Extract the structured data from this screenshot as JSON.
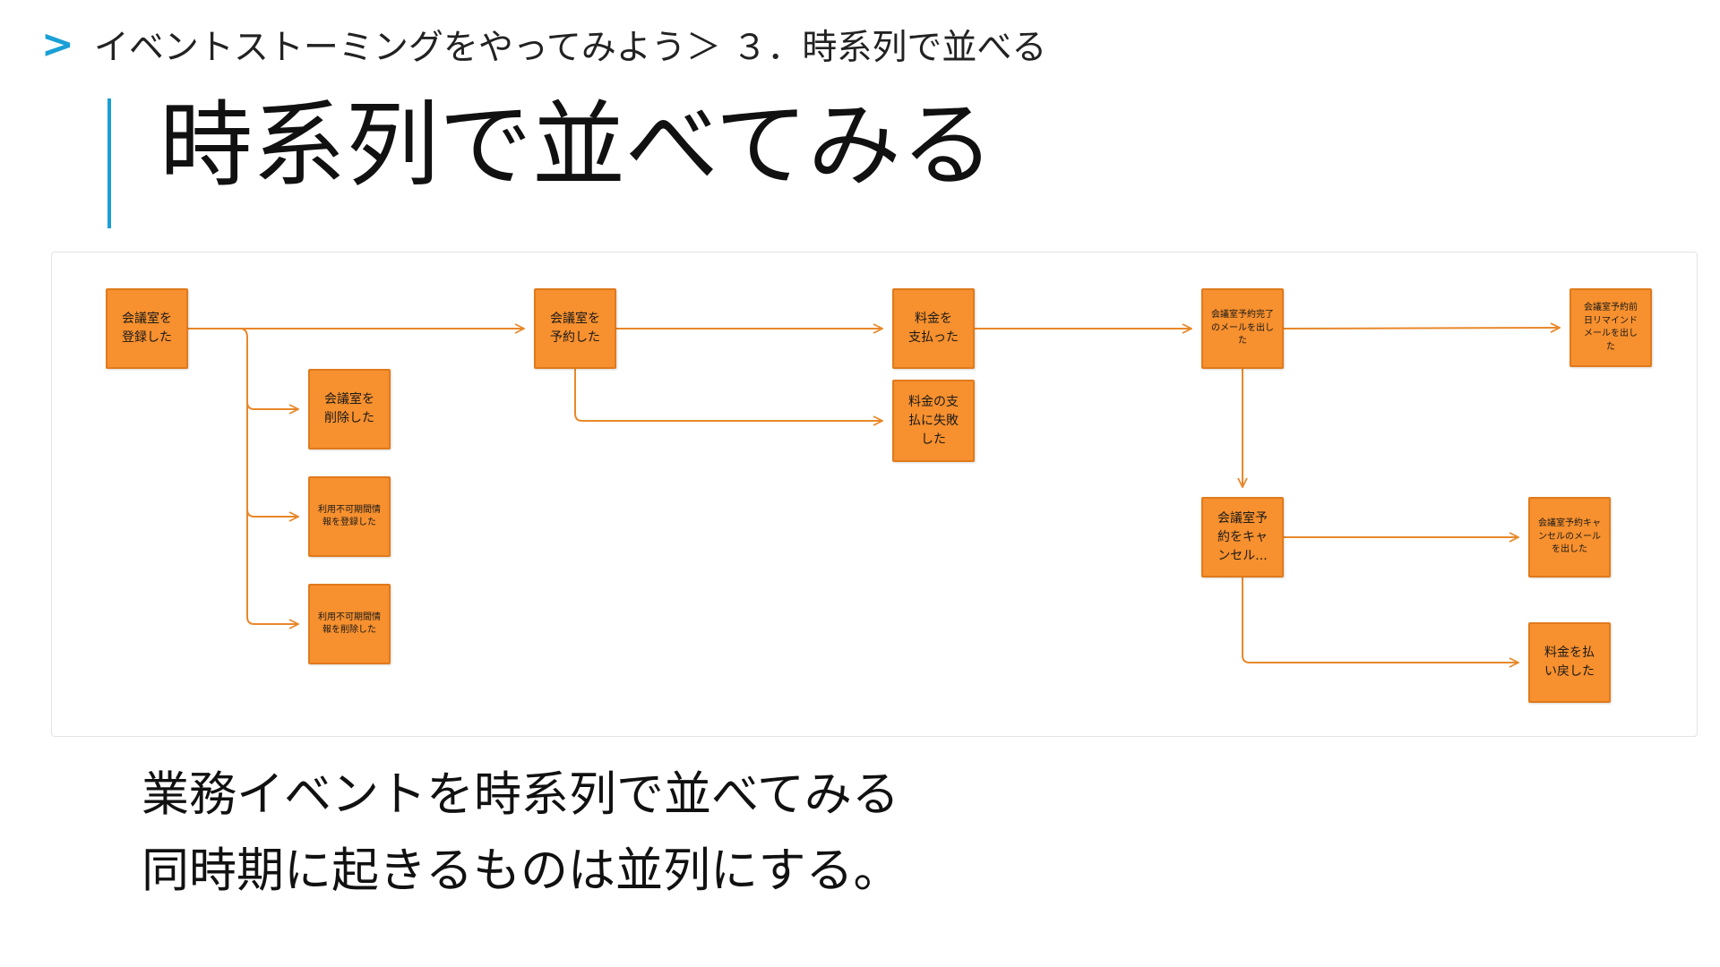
{
  "breadcrumb": {
    "text": "イベントストーミングをやってみよう＞ ３．時系列で並べる"
  },
  "page_title": "時系列で並べてみる",
  "diagram": {
    "nodes": [
      {
        "id": "n1",
        "label": "会議室を\n登録した"
      },
      {
        "id": "n2",
        "label": "会議室を\n削除した"
      },
      {
        "id": "n3",
        "label": "利用不可期間情\n報を登録した"
      },
      {
        "id": "n4",
        "label": "利用不可期間情\n報を削除した"
      },
      {
        "id": "n5",
        "label": "会議室を\n予約した"
      },
      {
        "id": "n6",
        "label": "料金を\n支払った"
      },
      {
        "id": "n7",
        "label": "料金の支\n払に失敗\nした"
      },
      {
        "id": "n8",
        "label": "会議室予約完了\nのメールを出し\nた"
      },
      {
        "id": "n9",
        "label": "会議室予約前\n日リマインド\nメールを出し\nた"
      },
      {
        "id": "n10",
        "label": "会議室予\n約をキャ\nンセル..."
      },
      {
        "id": "n11",
        "label": "会議室予約キャ\nンセルのメール\nを出した"
      },
      {
        "id": "n12",
        "label": "料金を払\nい戻した"
      }
    ],
    "edges": [
      {
        "from": "n1",
        "to": "n5"
      },
      {
        "from": "n1",
        "to": "n2"
      },
      {
        "from": "n1",
        "to": "n3"
      },
      {
        "from": "n1",
        "to": "n4"
      },
      {
        "from": "n5",
        "to": "n6"
      },
      {
        "from": "n5",
        "to": "n7"
      },
      {
        "from": "n6",
        "to": "n8"
      },
      {
        "from": "n8",
        "to": "n9"
      },
      {
        "from": "n8",
        "to": "n10"
      },
      {
        "from": "n10",
        "to": "n11"
      },
      {
        "from": "n10",
        "to": "n12"
      }
    ]
  },
  "captions": {
    "line1": "業務イベントを時系列で並べてみる",
    "line2": "同時期に起きるものは並列にする。"
  },
  "colors": {
    "accent": "#1aa0d6",
    "note_fill": "#f7902e",
    "note_border": "#e07a1c",
    "connector": "#e8882a"
  },
  "icons": {
    "breadcrumb": "chevron-right-icon"
  }
}
